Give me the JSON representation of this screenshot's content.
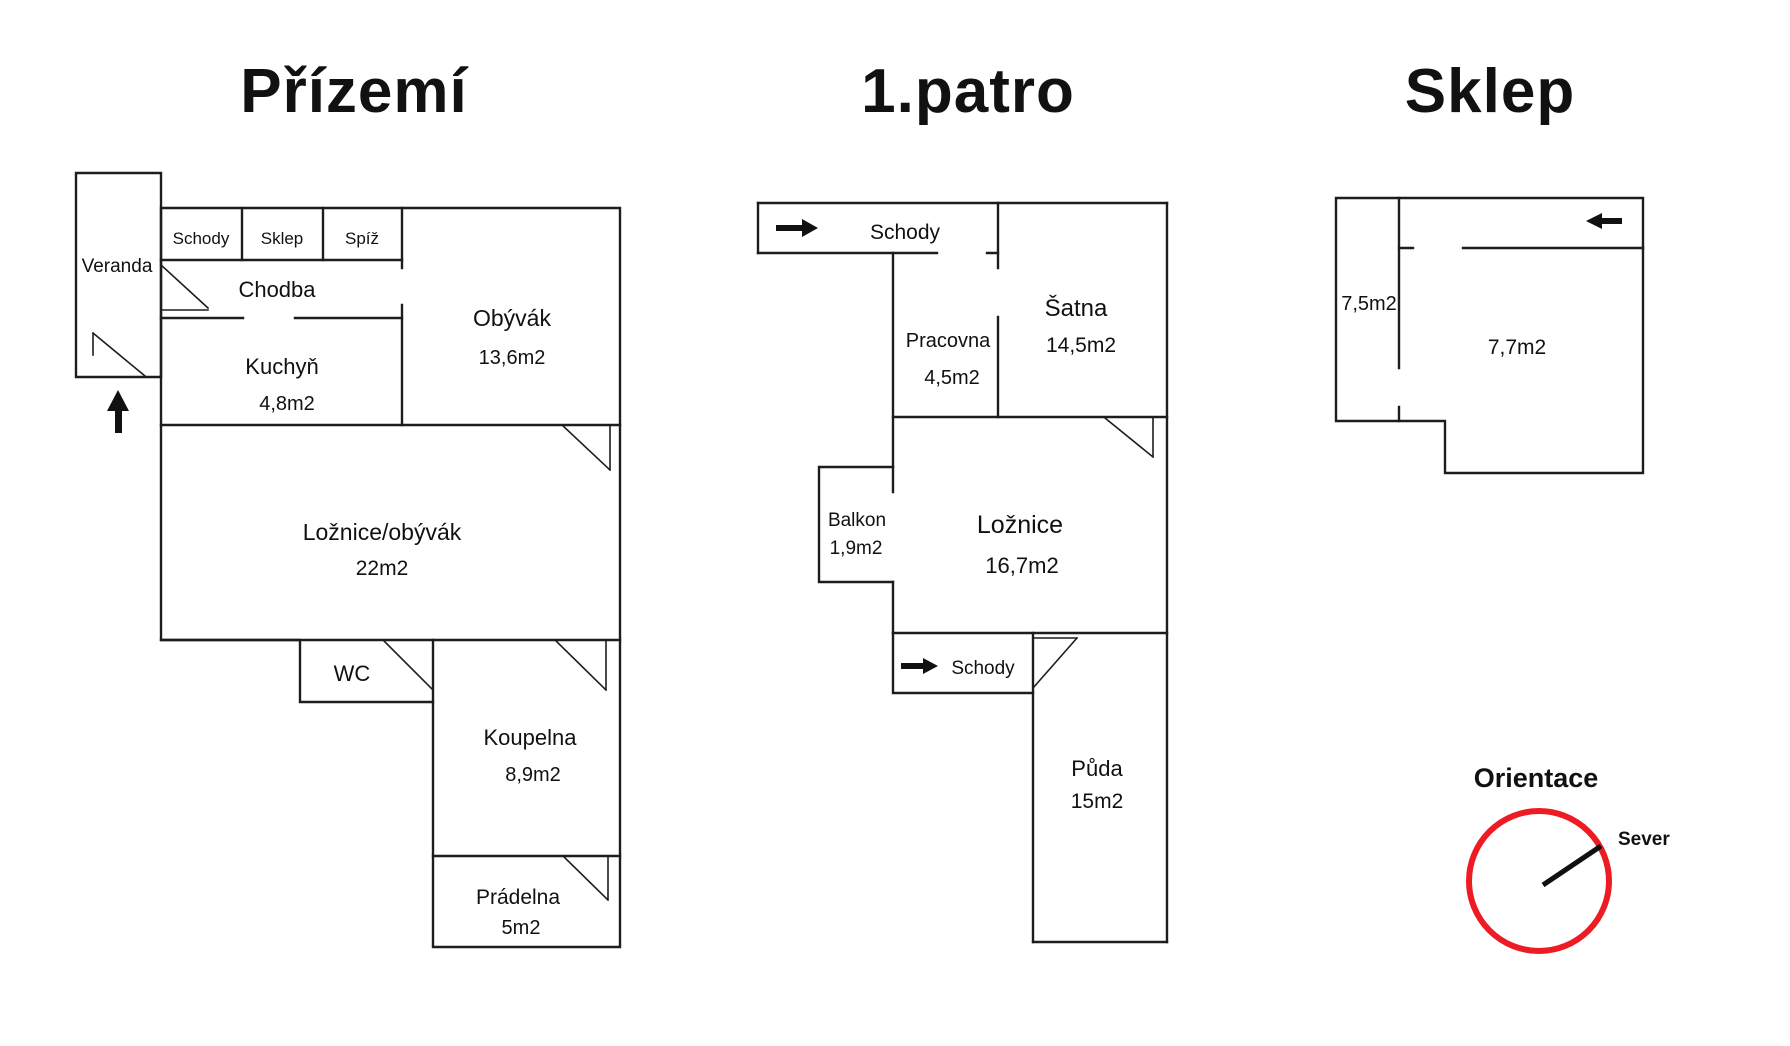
{
  "ground_floor": {
    "title": "Přízemí",
    "rooms": {
      "veranda": {
        "label": "Veranda"
      },
      "schody": {
        "label": "Schody"
      },
      "sklep": {
        "label": "Sklep"
      },
      "spiz": {
        "label": "Spíž"
      },
      "chodba": {
        "label": "Chodba"
      },
      "kuchyn": {
        "label": "Kuchyň",
        "area": "4,8m2"
      },
      "obyvak": {
        "label": "Obývák",
        "area": "13,6m2"
      },
      "loznice_obyvak": {
        "label": "Ložnice/obývák",
        "area": "22m2"
      },
      "wc": {
        "label": "WC"
      },
      "koupelna": {
        "label": "Koupelna",
        "area": "8,9m2"
      },
      "pradelna": {
        "label": "Prádelna",
        "area": "5m2"
      }
    }
  },
  "first_floor": {
    "title": "1.patro",
    "rooms": {
      "schody_top": {
        "label": "Schody"
      },
      "pracovna": {
        "label": "Pracovna",
        "area": "4,5m2"
      },
      "satna": {
        "label": "Šatna",
        "area": "14,5m2"
      },
      "balkon": {
        "label": "Balkon",
        "area": "1,9m2"
      },
      "loznice": {
        "label": "Ložnice",
        "area": "16,7m2"
      },
      "schody_bottom": {
        "label": "Schody"
      },
      "puda": {
        "label": "Půda",
        "area": "15m2"
      }
    }
  },
  "basement": {
    "title": "Sklep",
    "rooms": {
      "room_left": {
        "area": "7,5m2"
      },
      "room_main": {
        "area": "7,7m2"
      }
    }
  },
  "compass": {
    "title": "Orientace",
    "north_label": "Sever"
  },
  "icons": {
    "entrance_arrow": "arrow-up",
    "stairs_arrow_first_floor_top": "arrow-right",
    "stairs_arrow_first_floor_bottom": "arrow-right",
    "basement_entry_arrow": "arrow-left",
    "compass_needle": "needle-pointing-northeast"
  },
  "colors": {
    "line": "#1d1d1d",
    "compass_red": "#ed1c24",
    "text": "#111111"
  }
}
